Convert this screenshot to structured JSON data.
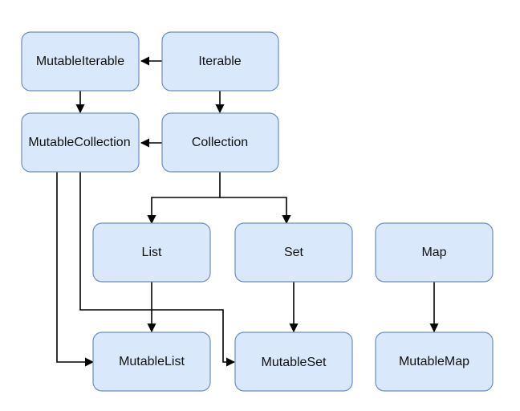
{
  "nodes": {
    "mutable_iterable": "MutableIterable",
    "iterable": "Iterable",
    "mutable_collection": "MutableCollection",
    "collection": "Collection",
    "list": "List",
    "set": "Set",
    "map": "Map",
    "mutable_list": "MutableList",
    "mutable_set": "MutableSet",
    "mutable_map": "MutableMap"
  },
  "edges": [
    {
      "from": "iterable",
      "to": "mutable_iterable"
    },
    {
      "from": "iterable",
      "to": "collection"
    },
    {
      "from": "mutable_iterable",
      "to": "mutable_collection"
    },
    {
      "from": "collection",
      "to": "mutable_collection"
    },
    {
      "from": "collection",
      "to": "list"
    },
    {
      "from": "collection",
      "to": "set"
    },
    {
      "from": "list",
      "to": "mutable_list"
    },
    {
      "from": "set",
      "to": "mutable_set"
    },
    {
      "from": "map",
      "to": "mutable_map"
    },
    {
      "from": "mutable_collection",
      "to": "mutable_list"
    },
    {
      "from": "mutable_collection",
      "to": "mutable_set"
    }
  ],
  "colors": {
    "node_fill": "#dae8fc",
    "node_stroke": "#6c8ebf",
    "edge": "#000000"
  }
}
